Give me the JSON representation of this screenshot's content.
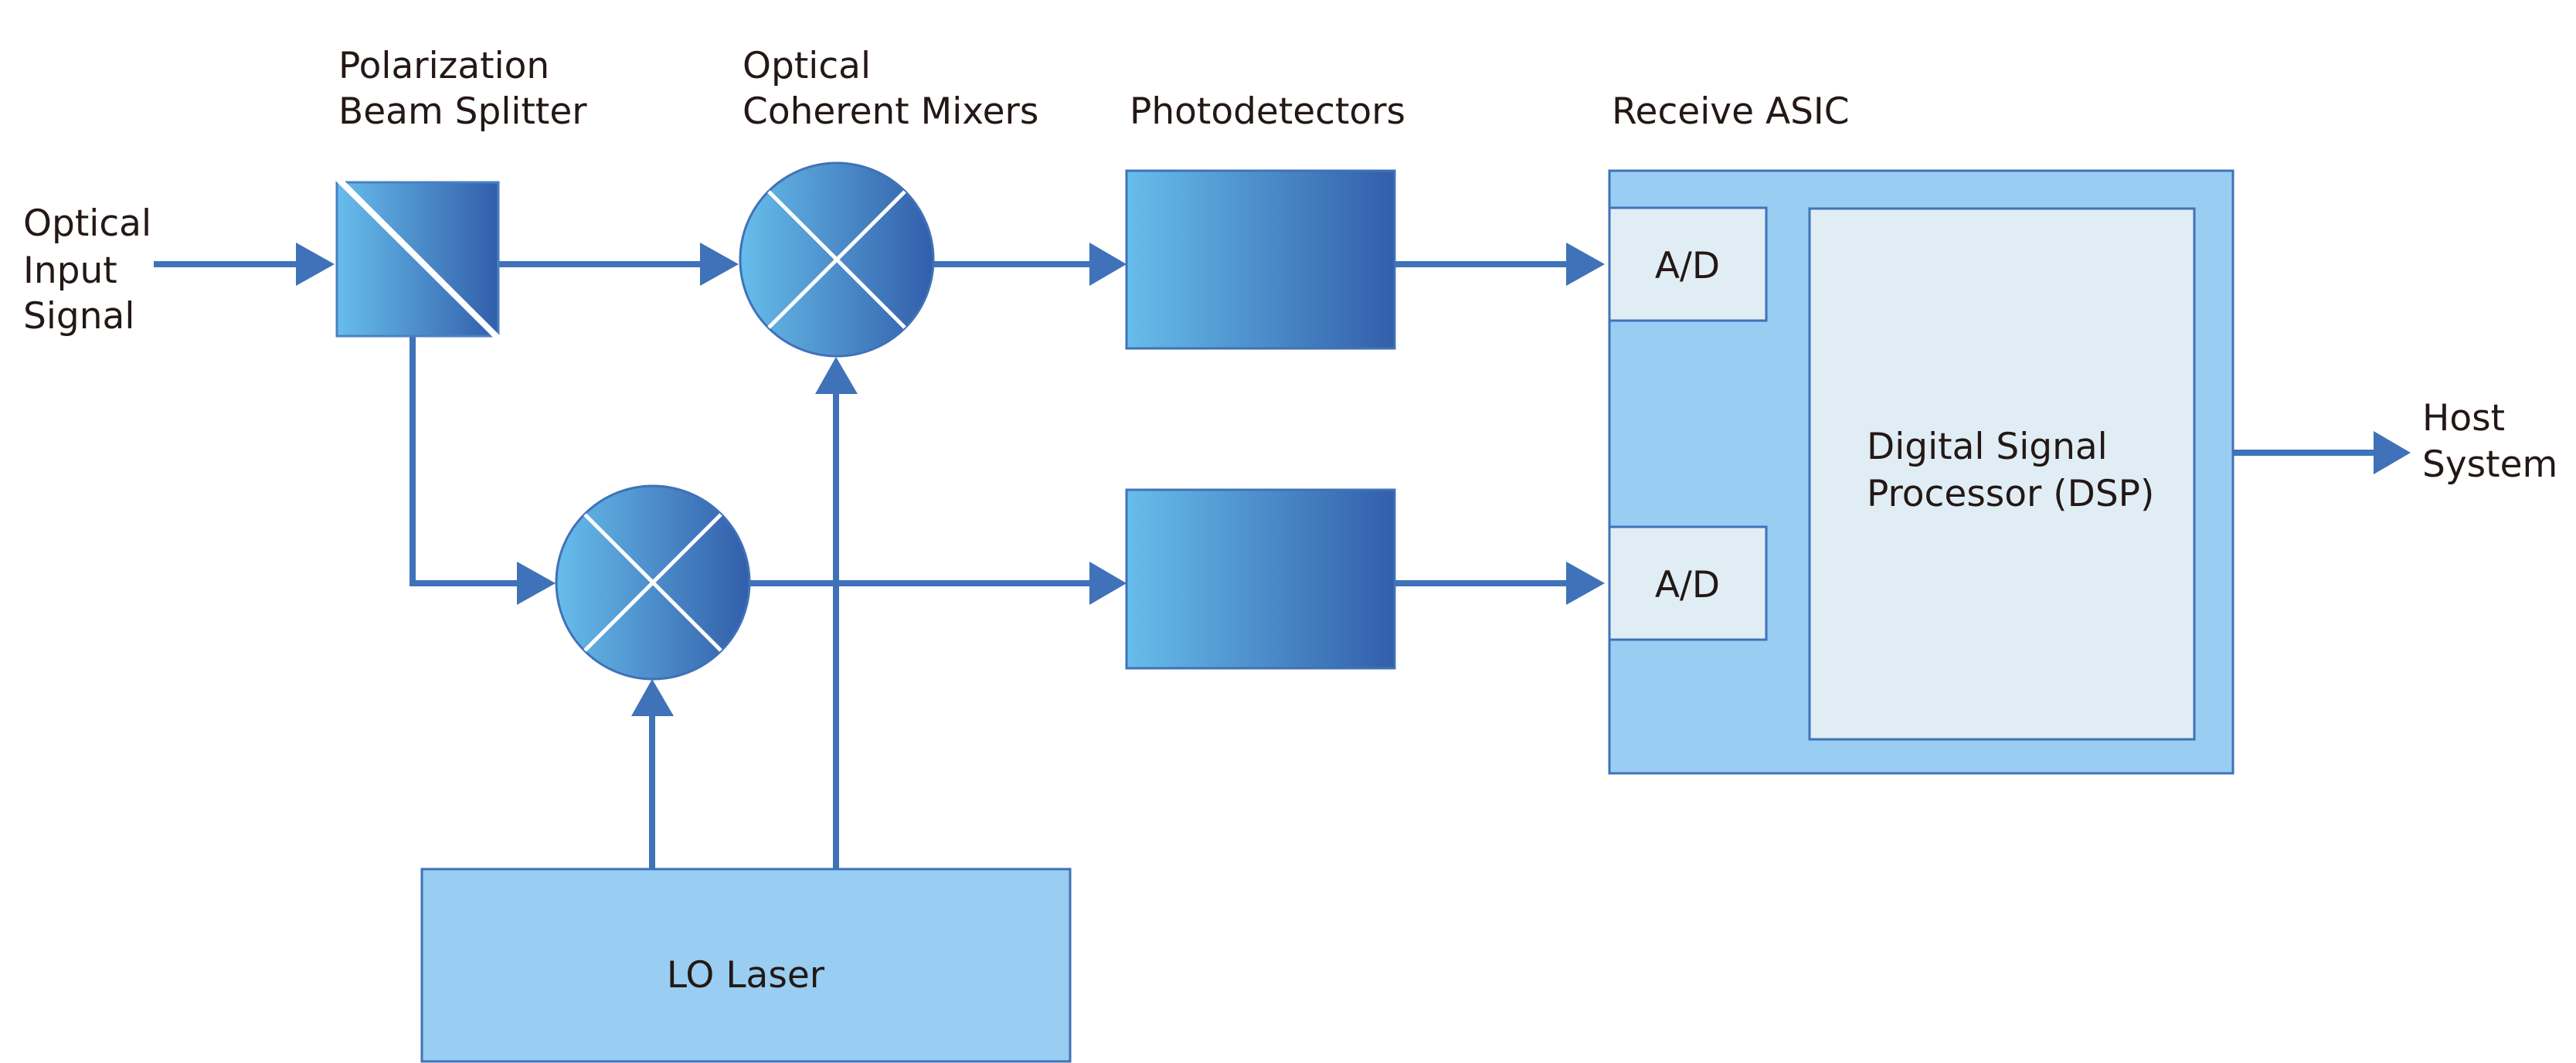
{
  "diagram": {
    "title": "Coherent optical receiver block diagram",
    "labels": {
      "input": [
        "Optical",
        "Input",
        "Signal"
      ],
      "splitter": [
        "Polarization",
        "Beam Splitter"
      ],
      "mixers": [
        "Optical",
        "Coherent Mixers"
      ],
      "photodetectors": "Photodetectors",
      "asic": "Receive ASIC",
      "host": [
        "Host",
        "System"
      ]
    },
    "blocks": {
      "ad_top": "A/D",
      "ad_bottom": "A/D",
      "dsp": [
        "Digital Signal",
        "Processor (DSP)"
      ],
      "lo_laser": "LO Laser"
    },
    "colors": {
      "arrow": "#3F72B8",
      "gradient_light": "#67BDEB",
      "gradient_dark": "#325EAA",
      "asic_fill": "#99CDF2",
      "inner_block_fill": "#E0EDF4",
      "text": "#231815"
    }
  }
}
